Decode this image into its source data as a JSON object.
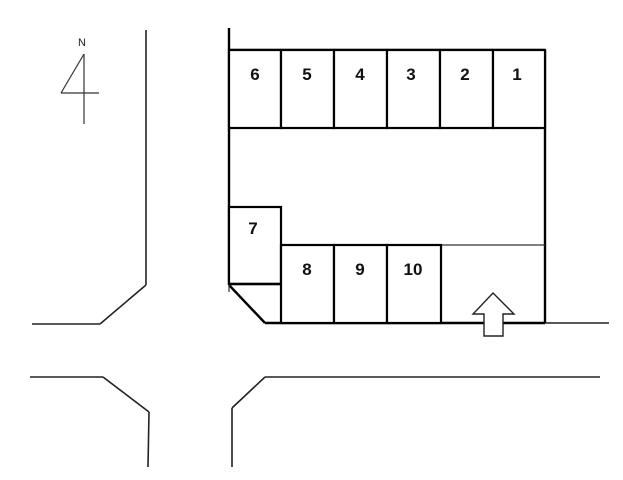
{
  "map": {
    "north_label": "N",
    "spaces": [
      {
        "id": "space-6",
        "label": "6"
      },
      {
        "id": "space-5",
        "label": "5"
      },
      {
        "id": "space-4",
        "label": "4"
      },
      {
        "id": "space-3",
        "label": "3"
      },
      {
        "id": "space-2",
        "label": "2"
      },
      {
        "id": "space-1",
        "label": "1"
      },
      {
        "id": "space-7",
        "label": "7"
      },
      {
        "id": "space-8",
        "label": "8"
      },
      {
        "id": "space-9",
        "label": "9"
      },
      {
        "id": "space-10",
        "label": "10"
      }
    ],
    "entrance_icon": "up-arrow-icon"
  }
}
